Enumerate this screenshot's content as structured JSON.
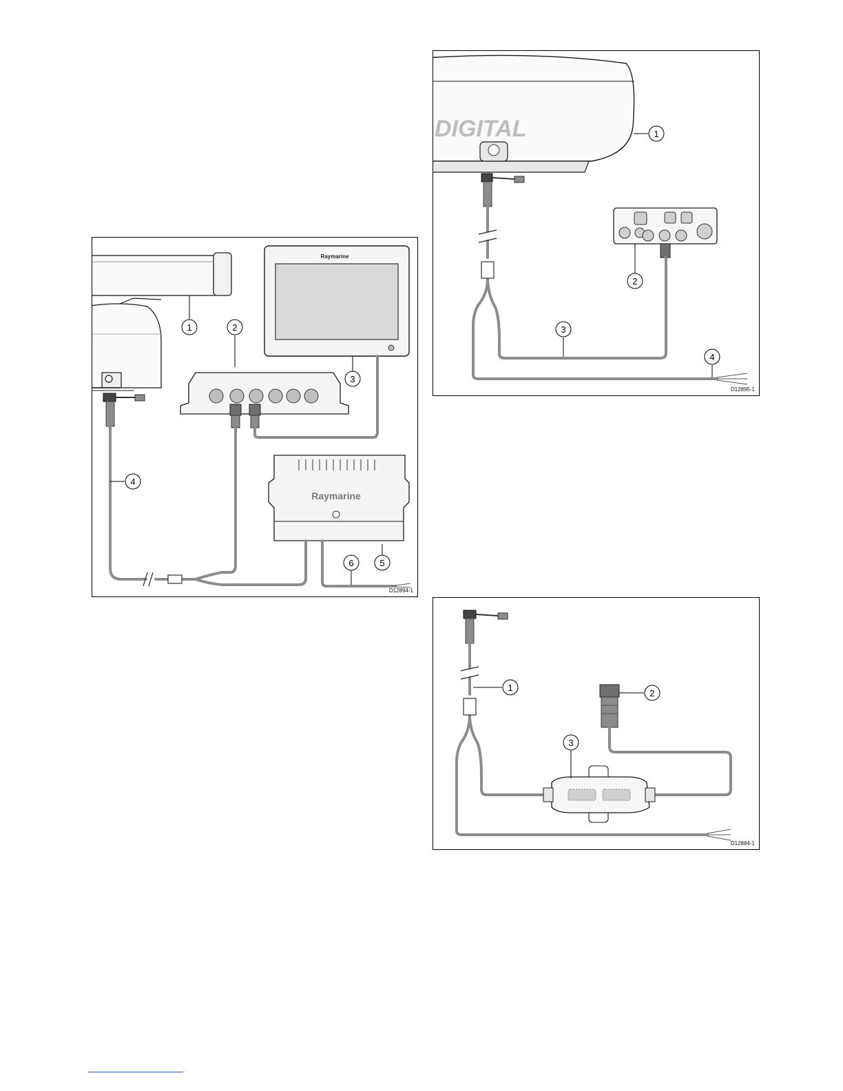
{
  "figures": {
    "left": {
      "id": "D12894-1",
      "brand_display": "Raymarine",
      "brand_module": "Raymarine",
      "callouts": [
        "1",
        "2",
        "3",
        "4",
        "5",
        "6"
      ]
    },
    "top_right": {
      "id": "D12895-1",
      "product_text": "DIGITAL",
      "callouts": [
        "1",
        "2",
        "3",
        "4"
      ]
    },
    "bottom_right": {
      "id": "D12884-1",
      "callouts": [
        "1",
        "2",
        "3"
      ]
    }
  },
  "colors": {
    "cable": "#8c8c8c",
    "outline": "#1a1a1a",
    "fill_light": "#f2f2f2",
    "screen": "#d9d9d9",
    "logo": "#bdbdbd"
  },
  "icons": [
    "radar-antenna-icon",
    "display-icon",
    "network-switch-icon",
    "power-module-icon",
    "dome-radar-icon",
    "connector-icon",
    "inline-coupler-icon"
  ]
}
